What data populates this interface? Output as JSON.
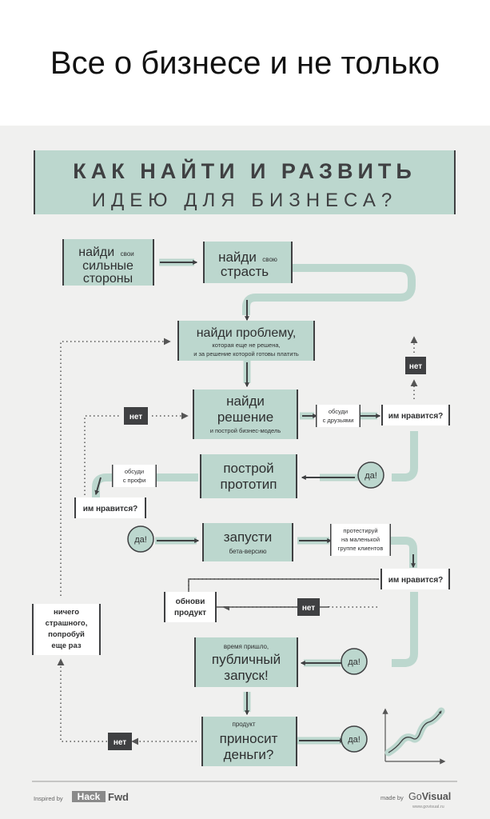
{
  "header": {
    "title": "Все о бизнесе и не только"
  },
  "poster": {
    "title_line1": "КАК НАЙТИ И РАЗВИТЬ",
    "title_line2": "ИДЕЮ ДЛЯ БИЗНЕСА?"
  },
  "steps": {
    "strengths": {
      "main": "найди",
      "small": "свои",
      "line2": "сильные",
      "line3": "стороны"
    },
    "passion": {
      "main": "найди",
      "small": "свою",
      "line2": "страсть"
    },
    "problem": {
      "main": "найди проблему,",
      "sub1": "которая еще не решена,",
      "sub2": "и за решение которой готовы платить"
    },
    "solution": {
      "line1": "найди",
      "line2": "решение",
      "sub": "и построй бизнес-модель"
    },
    "prototype": {
      "line1": "построй",
      "line2": "прототип"
    },
    "launch": {
      "line1": "запусти",
      "sub": "бета-версию"
    },
    "public": {
      "sub": "время пришло,",
      "line1": "публичный",
      "line2": "запуск!"
    },
    "profit": {
      "sub": "продукт",
      "line1": "приносит",
      "line2": "деньги?"
    },
    "update": {
      "line1": "обнови",
      "line2": "продукт"
    },
    "retry": {
      "line1": "ничего",
      "line2": "страшного,",
      "line3": "попробуй",
      "line4": "еще раз"
    }
  },
  "notes": {
    "friends": {
      "line1": "обсуди",
      "line2": "с друзьями"
    },
    "pros": {
      "line1": "обсуди",
      "line2": "с профи"
    },
    "test": {
      "line1": "протестируй",
      "line2": "на маленькой",
      "line3": "группе клиентов"
    }
  },
  "decisions": {
    "like1": "им нравится?",
    "like2": "им нравится?",
    "like3": "им нравится?",
    "no": "нет",
    "yes": "да!"
  },
  "footer": {
    "inspired_by": "Inspired by",
    "hack": "Hack",
    "fwd": "Fwd",
    "made_by": "made by",
    "go": "Go",
    "visual": "Visual",
    "site": "www.govisual.ru"
  },
  "colors": {
    "teal": "#bcd7ce",
    "dark": "#3f4042",
    "poster_bg": "#f0f0ef",
    "dots": "#555555"
  }
}
